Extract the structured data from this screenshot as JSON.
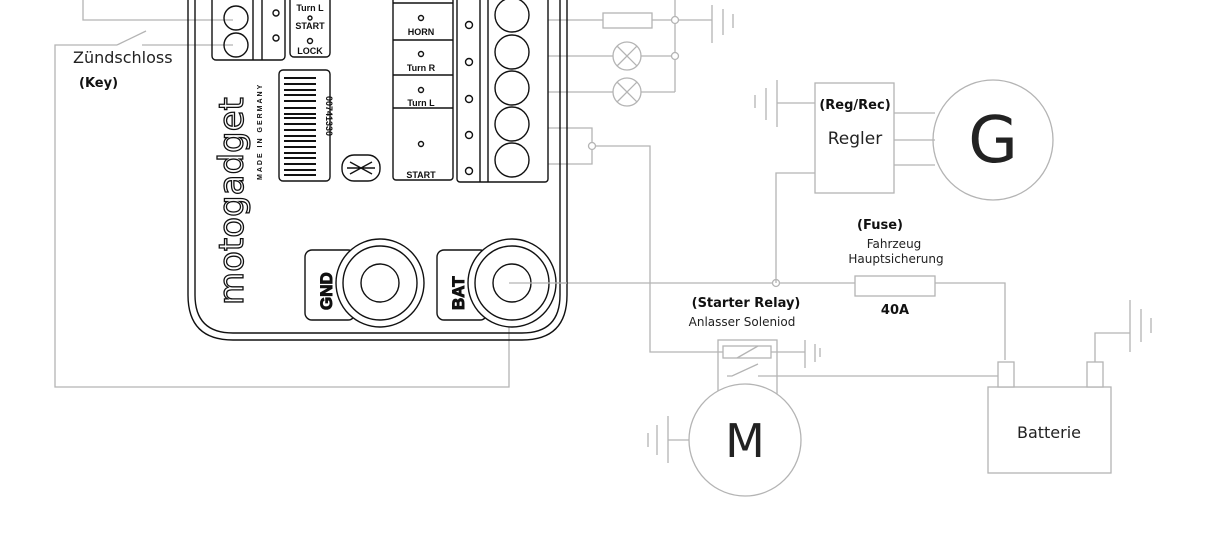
{
  "device": {
    "brand": "motogadget",
    "made_in": "MADE IN GERMANY",
    "serial": "00741330",
    "left_labels": [
      "Turn L",
      "START",
      "LOCK"
    ],
    "right_labels": [
      "HORN",
      "Turn R",
      "Turn L",
      "START"
    ],
    "gnd_label": "GND",
    "bat_label": "BAT"
  },
  "labels": {
    "ignition": "Zündschloss",
    "ignition_en": "(Key)",
    "regulator_en": "(Reg/Rec)",
    "regulator": "Regler",
    "generator": "G",
    "fuse_en": "(Fuse)",
    "fuse_line1": "Fahrzeug",
    "fuse_line2": "Hauptsicherung",
    "fuse_rating": "40A",
    "relay_en": "(Starter Relay)",
    "relay": "Anlasser Soleniod",
    "motor": "M",
    "battery": "Batterie"
  }
}
